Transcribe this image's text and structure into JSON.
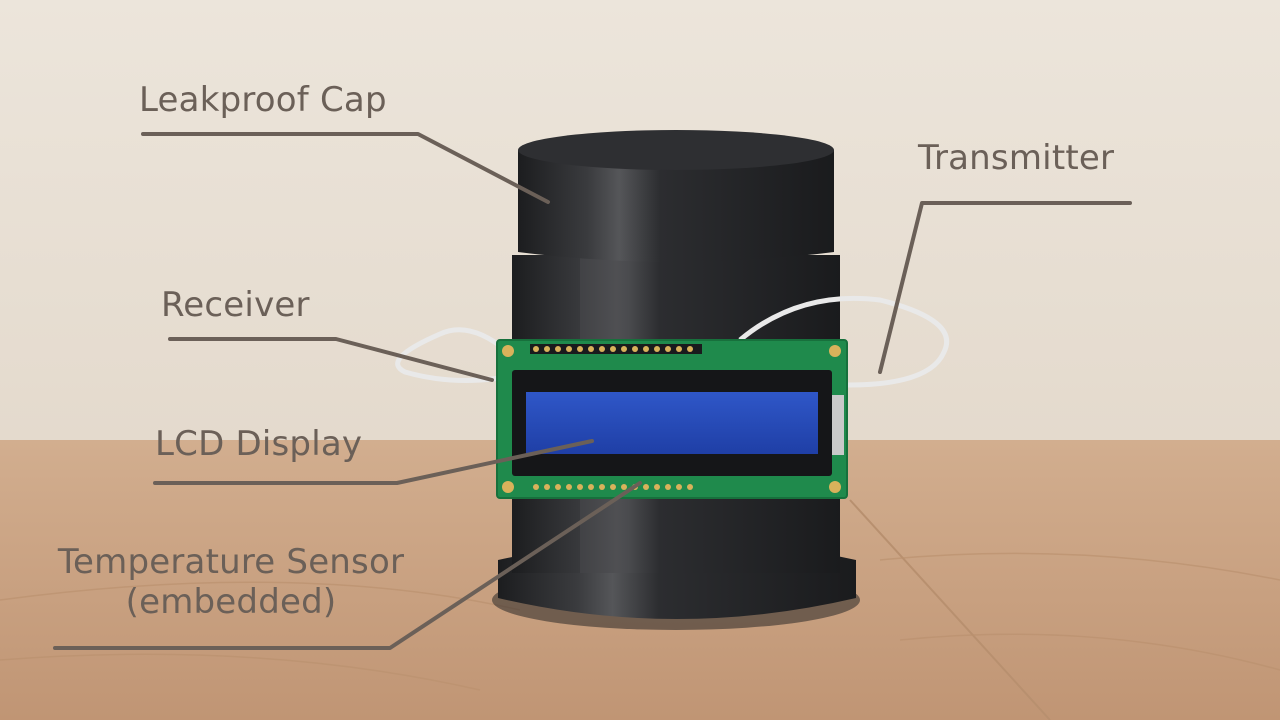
{
  "annotations": {
    "leakproof_cap": "Leakproof Cap",
    "transmitter": "Transmitter",
    "receiver": "Receiver",
    "lcd_display": "LCD Display",
    "temperature_sensor": "Temperature Sensor",
    "temperature_sensor_note": "(embedded)"
  },
  "colors": {
    "label_text": "#6b6058",
    "leader_line": "#6b6058",
    "wall": "#e9e1d6",
    "table": "#c79f7e",
    "device_body": "#2a2b2d",
    "pcb": "#1f8a4c",
    "lcd": "#2448b8"
  }
}
